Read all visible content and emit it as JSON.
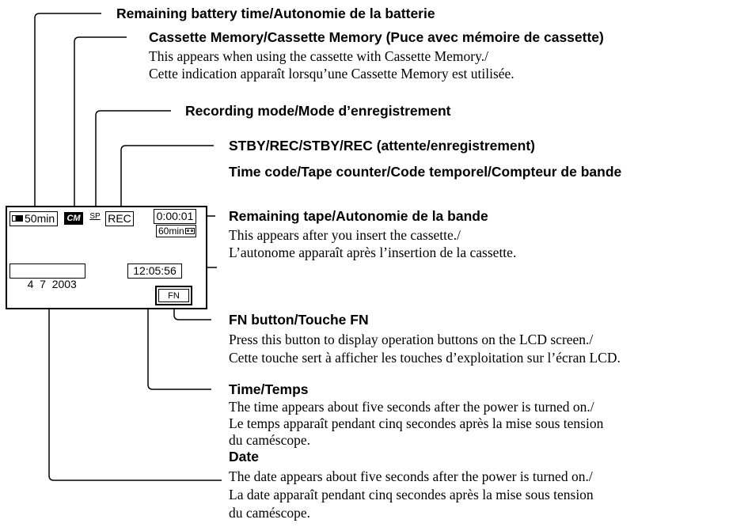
{
  "screen": {
    "battery": "50min",
    "cassette_memory_icon": "CM",
    "mode": "SP",
    "status": "REC",
    "time_code": "0:00:01",
    "remaining_tape": "60min",
    "date": "4  7  2003",
    "time": "12:05:56",
    "fn": "FN"
  },
  "labels": {
    "battery": {
      "title": "Remaining battery time/Autonomie de la batterie"
    },
    "cassette_memory": {
      "title": "Cassette Memory/Cassette Memory (Puce avec mémoire de cassette)",
      "line1": "This appears when using the cassette with Cassette Memory./",
      "line2": "Cette indication apparaît lorsqu’une Cassette Memory est utilisée."
    },
    "recording_mode": {
      "title": "Recording mode/Mode d’enregistrement"
    },
    "stby_rec": {
      "title": "STBY/REC/STBY/REC (attente/enregistrement)"
    },
    "time_code": {
      "title": "Time code/Tape counter/Code temporel/Compteur de bande"
    },
    "remaining_tape": {
      "title": "Remaining tape/Autonomie de la bande",
      "line1": "This appears after you insert the cassette./",
      "line2": "L’autonome apparaît après l’insertion de la cassette."
    },
    "fn_button": {
      "title": "FN button/Touche FN",
      "line1": "Press this button to display operation buttons on the LCD screen./",
      "line2": "Cette touche sert à afficher les touches d’exploitation sur l’écran LCD."
    },
    "time": {
      "title": "Time/Temps",
      "line1": "The time appears about five seconds after the power is turned on./",
      "line2": "Le temps apparaît pendant cinq secondes après la mise sous tension",
      "line3": "du caméscope."
    },
    "date": {
      "title": "Date",
      "line1": "The date appears about five seconds after the power is turned on./",
      "line2": "La date apparaît pendant cinq secondes après la mise sous tension",
      "line3": "du caméscope."
    }
  }
}
